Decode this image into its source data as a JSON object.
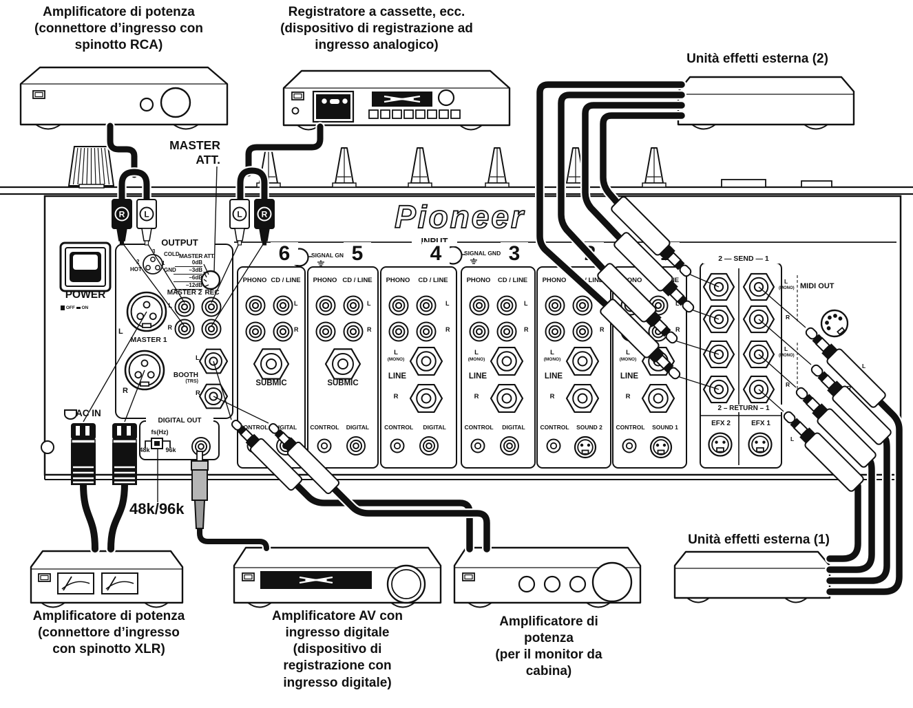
{
  "captions": {
    "amp_rca": "Amplificatore di potenza\n(connettore d’ingresso con\nspinotto RCA)",
    "cassette": "Registratore a cassette, ecc.\n(dispositivo di registrazione ad\ningresso analogico)",
    "efx2": "Unità effetti esterna (2)",
    "efx1": "Unità effetti esterna (1)",
    "amp_xlr": "Amplificatore di potenza\n(connettore d’ingresso\ncon spinotto XLR)",
    "av_amp": "Amplificatore AV con\ningresso digitale\n(dispositivo di\nregistrazione con\ningresso digitale)",
    "booth_amp": "Amplificatore di\npotenza\n(per il monitor da\ncabina)",
    "master_att": "MASTER\nATT.",
    "sampling": "48k/96k"
  },
  "mixer": {
    "brand": "Pioneer",
    "power": {
      "label": "POWER",
      "off": "OFF",
      "on": "ON"
    },
    "ac_in": "AC IN",
    "output": {
      "title": "OUTPUT",
      "xlr_pins": {
        "pin3": "3",
        "cold": "COLD",
        "pin2": "2",
        "hot": "HOT",
        "pin1": "1",
        "gnd": "GND"
      },
      "att": {
        "label": "MASTER ATT.",
        "steps": [
          "0dB",
          "–3dB",
          "–6dB",
          "–12dB"
        ]
      },
      "master2": "MASTER 2",
      "rec": "REC",
      "master1": "MASTER 1",
      "booth": "BOOTH",
      "booth_type": "(TRS)",
      "l": "L",
      "r": "R"
    },
    "digital_out": {
      "title": "DIGITAL OUT",
      "fs": "fs(Hz)",
      "rate_low": "48k",
      "rate_high": "96k"
    },
    "input_title": "INPUT",
    "signal_gnd": "SIGNAL GND.",
    "channels": [
      {
        "number": "6",
        "phono": "PHONO",
        "cd_line": "CD / LINE",
        "l": "L",
        "r": "R",
        "center": "SUBMIC",
        "ctrl": "CONTROL",
        "aux": "DIGITAL"
      },
      {
        "number": "5",
        "phono": "PHONO",
        "cd_line": "CD / LINE",
        "l": "L",
        "r": "R",
        "center": "SUBMIC",
        "ctrl": "CONTROL",
        "aux": "DIGITAL"
      },
      {
        "number": "4",
        "phono": "PHONO",
        "cd_line": "CD / LINE",
        "l": "L",
        "r": "R",
        "line_l": "L",
        "line_mono": "(MONO)",
        "line_label": "LINE",
        "line_r": "R",
        "ctrl": "CONTROL",
        "aux": "DIGITAL"
      },
      {
        "number": "3",
        "phono": "PHONO",
        "cd_line": "CD / LINE",
        "l": "L",
        "r": "R",
        "line_l": "L",
        "line_mono": "(MONO)",
        "line_label": "LINE",
        "line_r": "R",
        "ctrl": "CONTROL",
        "aux": "DIGITAL"
      },
      {
        "number": "2",
        "phono": "PHONO",
        "cd_line": "CD / LINE",
        "l": "L",
        "r": "R",
        "line_l": "L",
        "line_mono": "(MONO)",
        "line_label": "LINE",
        "line_r": "R",
        "ctrl": "CONTROL",
        "aux": "SOUND 2"
      },
      {
        "number": "1",
        "phono": "PHONO",
        "cd_line": "CD / LINE",
        "l": "L",
        "r": "R",
        "line_l": "L",
        "line_mono": "(MONO)",
        "line_label": "LINE",
        "line_r": "R",
        "ctrl": "CONTROL",
        "aux": "SOUND 1"
      }
    ],
    "send_return": {
      "send": "2 — SEND — 1",
      "ret": "2 – RETURN – 1",
      "l": "L",
      "mono": "(MONO)",
      "r": "R",
      "efx2": "EFX 2",
      "efx1": "EFX 1"
    },
    "midi_out": "MIDI OUT",
    "plug_labels": {
      "tl_r": "R",
      "tl_l": "L",
      "tr_l": "L",
      "tr_r": "R"
    },
    "cable_marks": [
      "L",
      "R",
      "L"
    ]
  }
}
